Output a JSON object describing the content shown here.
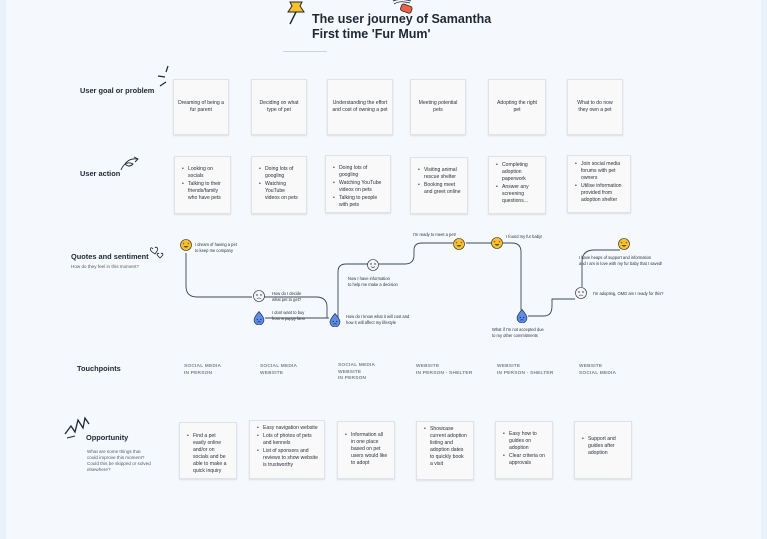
{
  "title": {
    "line1": "The user journey of Samantha",
    "line2": "First time 'Fur Mum'"
  },
  "rows": {
    "goal": "User goal or problem",
    "action": "User action",
    "quotes": "Quotes and sentiment",
    "quotes_sub": "How do they feel in this moment?",
    "touchpoints": "Touchpoints",
    "opportunity": "Opportunity",
    "opportunity_sub": [
      "What are some things that",
      "could improve this moment?",
      "Could this be skipped or solved",
      "elsewhere?"
    ]
  },
  "goals": [
    "Dreaming of being a fur parent",
    "Deciding on what type of pet",
    "Understanding the effort and cost of owning  a pet",
    "Meeting potential pets",
    "Adopting the right pet",
    "What to do now they own a pet"
  ],
  "actions": [
    [
      "Looking on socials",
      "Talking to their friends/family who have pets"
    ],
    [
      "Doing lots of googling",
      "Watching YouTube videos on pets"
    ],
    [
      "Doing lots of googling",
      "Watching YouTube videos on pets",
      "Talking to people with pets"
    ],
    [
      "Visiting animal rescue shelter",
      "Booking meet and greet online"
    ],
    [
      "Completing adoption paperwork",
      "Answer any screening questions..."
    ],
    [
      "Join social media forums with pet owners",
      "Utilise information provided from adoption shelter"
    ]
  ],
  "quotes": {
    "q1": [
      "I dream of having a pet",
      "to keep me company"
    ],
    "q2": [
      "How do I decide",
      "what pet to get?"
    ],
    "q3": [
      "I dont want to buy",
      "from a puppy farm"
    ],
    "q4": [
      "How do I know what it will cost and",
      "how it will affect my lifestyle"
    ],
    "q5": [
      "Now I have information",
      "to help me make a decision"
    ],
    "q6": [
      "I'm ready to meet a pet!"
    ],
    "q7": [
      "I found my fur baby!"
    ],
    "q8": [
      "What if I'm not accepted due",
      "to my other commitments"
    ],
    "q9": [
      "I'm adopting, OMG am I ready for this?"
    ],
    "q10": [
      "I have heaps of support and information",
      "and I am in love with my fur baby that I saved!"
    ]
  },
  "touchpoints": [
    [
      "SOCIAL MEDIA",
      "IN PERSON"
    ],
    [
      "SOCIAL MEDIA",
      "WEBSITE"
    ],
    [
      "SOCIAL MEDIA",
      "WEBSITE",
      "IN PERSON"
    ],
    [
      "WEBSITE",
      "IN PERSON - SHELTER"
    ],
    [
      "WEBSITE",
      "IN PERSON - SHELTER"
    ],
    [
      "WEBSITE",
      "SOCIAL MEDIA"
    ]
  ],
  "opportunities": [
    [
      "Find a pet easily online and/or on socials and be able to make a quick inquiry"
    ],
    [
      "Easy navigation website",
      "Lots of photos of pets and kennels",
      "List of sponsors and reviews to show website is trustworthy"
    ],
    [
      "Information all in one place based on pet users would like to adopt"
    ],
    [
      "Showcase current adoption listing and adoption dates to quickly book a visit"
    ],
    [
      "Easy how to guides on adoption",
      "Clear criteria on approvals"
    ],
    [
      "Support and guides after adoption"
    ]
  ],
  "colors": {
    "background": "#e9f2fb",
    "board": "#f5f9fd",
    "card": "#f9f9f9",
    "path": "#3a4654",
    "love_face": "#f7c324",
    "worried_face": "#5b8def",
    "pin": "#f7c324",
    "tag": "#f0623f"
  },
  "icons": [
    "pushpin-icon",
    "tag-icon",
    "love-face-icon",
    "neutral-face-icon",
    "worried-face-icon",
    "spark-doodle-icon",
    "arrow-doodle-icon",
    "hearts-doodle-icon",
    "burst-doodle-icon"
  ]
}
